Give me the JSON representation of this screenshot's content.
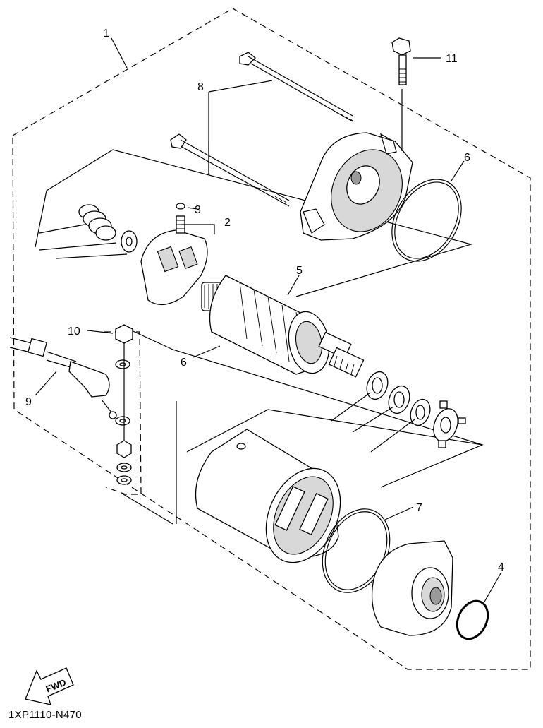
{
  "diagram": {
    "part_code": "1XP1110-N470",
    "fwd_label": "FWD",
    "callouts": {
      "c1": "1",
      "c2": "2",
      "c3": "3",
      "c4": "4",
      "c5": "5",
      "c6a": "6",
      "c6b": "6",
      "c7": "7",
      "c8": "8",
      "c9": "9",
      "c10": "10",
      "c11": "11"
    }
  }
}
